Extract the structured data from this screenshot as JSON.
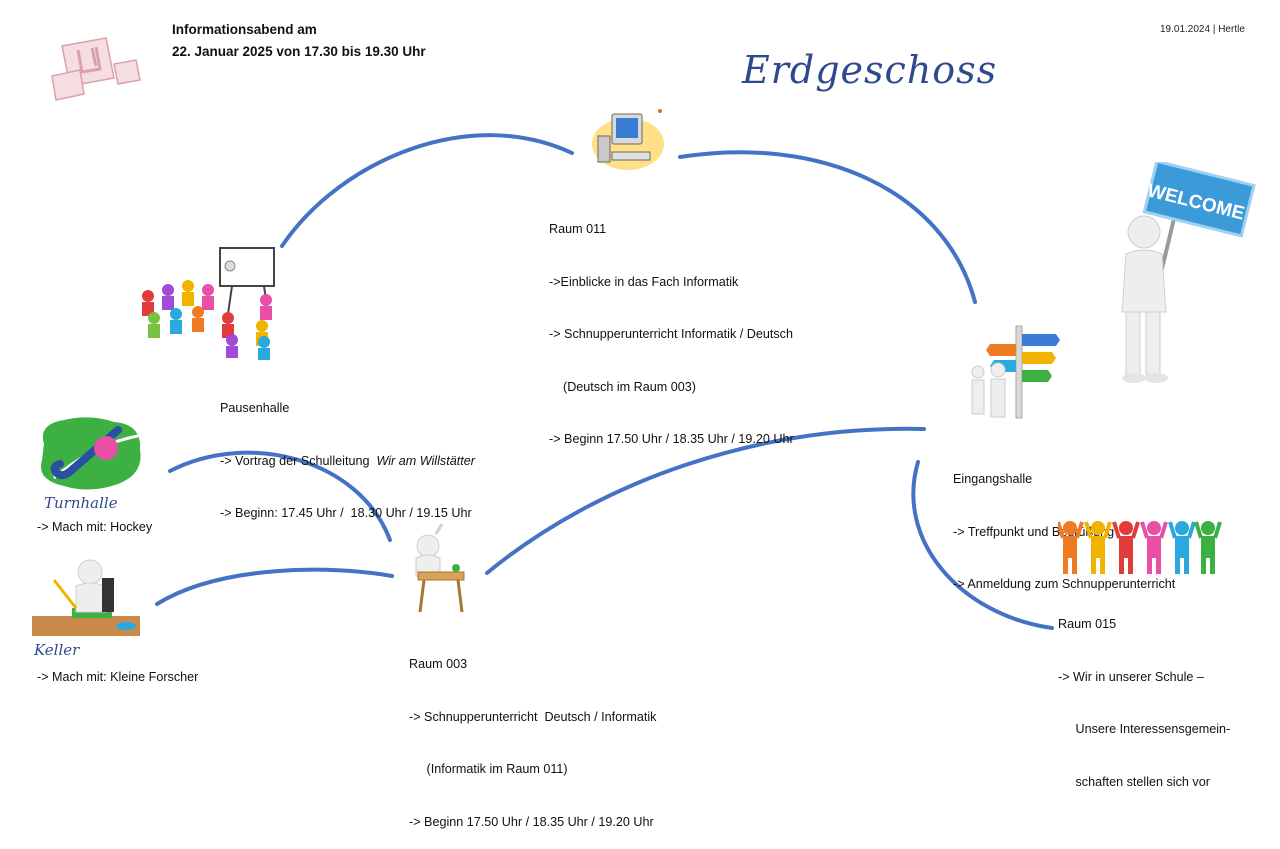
{
  "header": {
    "line1": "Informationsabend am",
    "line2": "22. Januar 2025 von 17.30 bis 19.30 Uhr",
    "date_author": "19.01.2024 | Hertle",
    "title": "Erdgeschoss"
  },
  "rooms": {
    "raum011": {
      "l1": "Raum 011",
      "l2": "->Einblicke in das Fach Informatik",
      "l3": "-> Schnupperunterricht Informatik / Deutsch",
      "l4": "    (Deutsch im Raum 003)",
      "l5": "-> Beginn 17.50 Uhr / 18.35 Uhr / 19.20 Uhr"
    },
    "pausenhalle": {
      "l1": "Pausenhalle",
      "l2a": "-> Vortrag der Schulleitung  ",
      "l2b": "Wir am Willstätter",
      "l3": "-> Beginn: 17.45 Uhr /  18.30 Uhr / 19.15 Uhr"
    },
    "eingangshalle": {
      "l1": "Eingangshalle",
      "l2": "-> Treffpunkt und Begrüßung",
      "l3": "-> Anmeldung zum Schnupperunterricht"
    },
    "turnhalle": {
      "label": "Turnhalle",
      "l1": "-> Mach mit: Hockey"
    },
    "keller": {
      "label": "Keller",
      "l1": "-> Mach mit: Kleine Forscher"
    },
    "raum003": {
      "l1": "Raum 003",
      "l2": "-> Schnupperunterricht  Deutsch / Informatik",
      "l3": "     (Informatik im Raum 011)",
      "l4": "-> Beginn 17.50 Uhr / 18.35 Uhr / 19.20 Uhr"
    },
    "raum015": {
      "l1": "Raum 015",
      "l2": "-> Wir in unserer Schule –",
      "l3": "     Unsere Interessensgemein-",
      "l4": "     schaften stellen sich vor"
    }
  },
  "sign_text": "WELCOME",
  "colors": {
    "line": "#4472c4",
    "title": "#2f4a8c",
    "logo": "#e9b8bf"
  }
}
